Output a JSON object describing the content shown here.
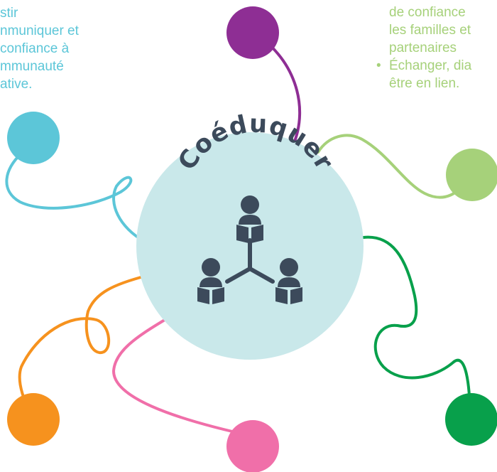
{
  "hub": {
    "title": "Coéduquer",
    "fill": "#c9e8ea",
    "icon": "students-reading-network-icon",
    "icon_color": "#3c4a5b"
  },
  "left_text": {
    "lines": [
      "stir",
      "nmuniquer et",
      "confiance à",
      "mmunauté",
      "ative."
    ],
    "color": "#5cc6d8"
  },
  "right_text": {
    "lines": [
      "de confiance",
      "les familles et",
      "partenaires",
      "Échanger, dia",
      "être en lien."
    ],
    "bullet": "•",
    "color": "#a6d17a"
  },
  "nodes": [
    {
      "name": "purple-node",
      "color": "#8e2e94"
    },
    {
      "name": "cyan-node",
      "color": "#5cc6d8"
    },
    {
      "name": "lightgreen-node",
      "color": "#a6d17a"
    },
    {
      "name": "green-node",
      "color": "#08a04b"
    },
    {
      "name": "orange-node",
      "color": "#f6921e"
    },
    {
      "name": "pink-node",
      "color": "#f06fa9"
    }
  ]
}
